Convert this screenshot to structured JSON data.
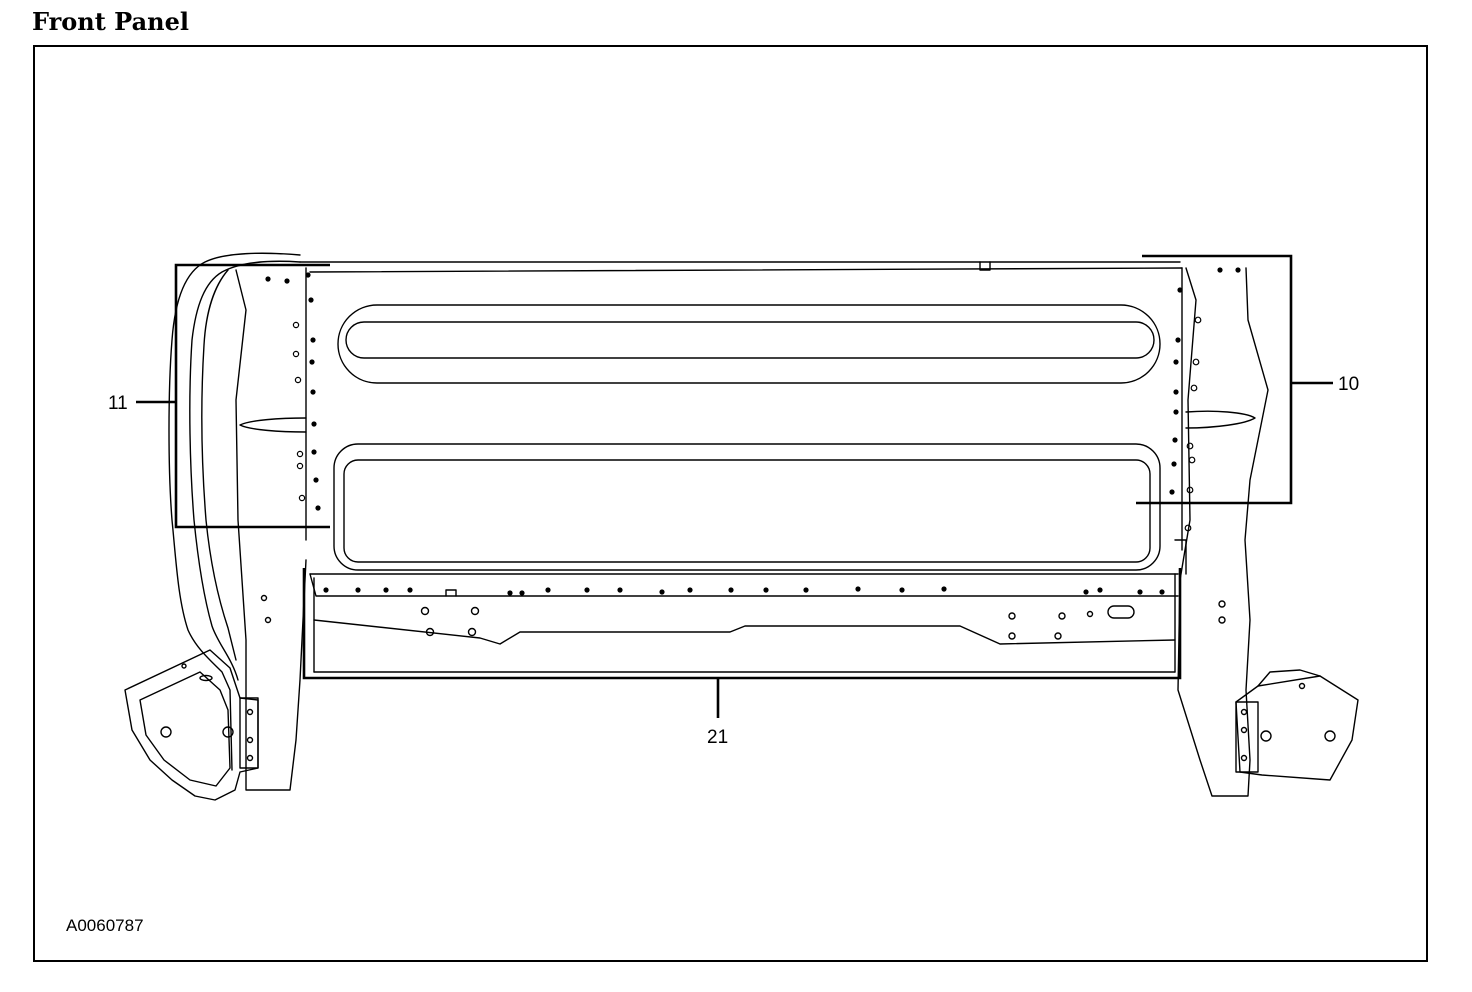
{
  "header": {
    "title": "Front Panel"
  },
  "callouts": [
    {
      "id": "callout-11",
      "label": "11"
    },
    {
      "id": "callout-10",
      "label": "10"
    },
    {
      "id": "callout-21",
      "label": "21"
    }
  ],
  "figure": {
    "ref_code": "A0060787"
  },
  "colors": {
    "line": "#000000",
    "background": "#ffffff"
  }
}
